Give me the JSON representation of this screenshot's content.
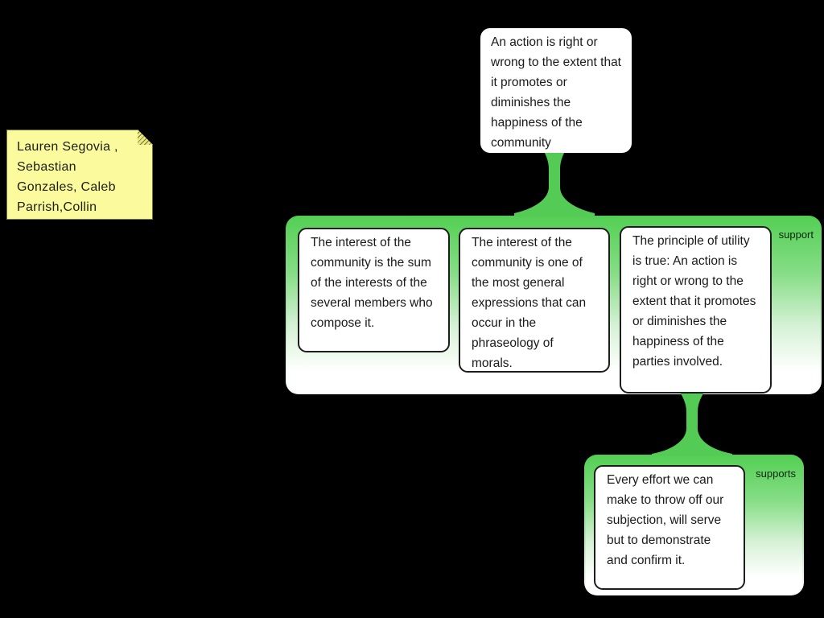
{
  "note": {
    "text": "Lauren Segovia , Sebastian Gonzales, Caleb Parrish,Collin"
  },
  "main_claim": {
    "text": "An action is right or wrong to the extent that it promotes or diminishes the happiness of the community"
  },
  "groups": [
    {
      "label": "support",
      "boxes": [
        {
          "text": "The interest of the community is the sum of the interests of the several members who compose it."
        },
        {
          "text": "The interest of the community is one of the most general expressions that can occur in the phraseology of morals."
        },
        {
          "text": "The principle of utility is true: An action is right or wrong to the extent that it promotes or diminishes the happiness of the parties involved."
        }
      ]
    },
    {
      "label": "supports",
      "boxes": [
        {
          "text": "Every effort we can make to throw off our subjection, will serve but to demonstrate and confirm it."
        }
      ]
    }
  ],
  "colors": {
    "green": "#54cb54",
    "group_top": "#54d054",
    "note_bg": "#fbfb9e",
    "box_bg": "#ffffff",
    "canvas_bg": "#000000"
  }
}
